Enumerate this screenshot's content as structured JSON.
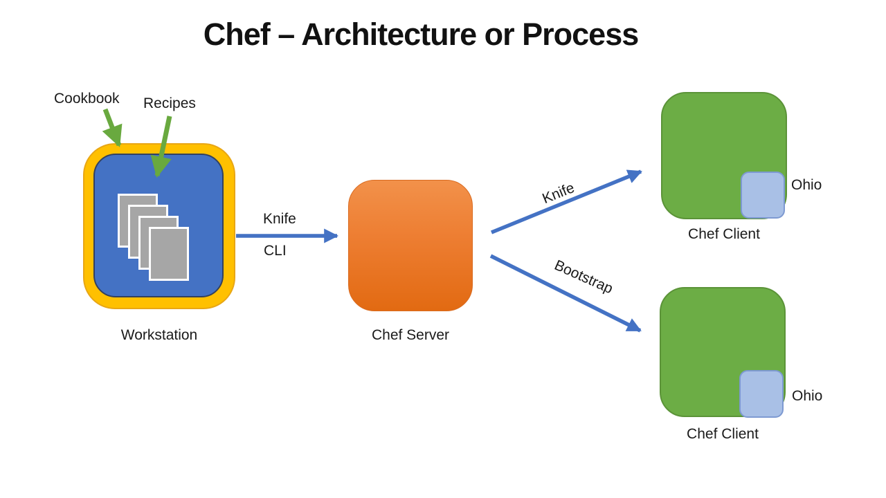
{
  "title": "Chef – Architecture or Process",
  "colors": {
    "blue": "#4472C4",
    "gold": "#FFC000",
    "orange": "#ED7D31",
    "green": "#6CAD45",
    "arrow_green": "#69A93F",
    "periwinkle": "#A9C0E6",
    "document_gray": "#A6A6A6",
    "text": "#1A1A1A",
    "background": "#FFFFFF"
  },
  "workstation": {
    "label": "Workstation",
    "cookbook_label": "Cookbook",
    "recipes_label": "Recipes",
    "documents_count": 4
  },
  "server": {
    "label": "Chef Server"
  },
  "clients": [
    {
      "label": "Chef Client",
      "region_label": "Ohio"
    },
    {
      "label": "Chef Client",
      "region_label": "Ohio"
    }
  ],
  "arrows": {
    "workstation_to_server": {
      "label_top": "Knife",
      "label_bottom": "CLI"
    },
    "server_to_client_top": {
      "label": "Knife"
    },
    "server_to_client_bottom": {
      "label": "Bootstrap"
    }
  }
}
